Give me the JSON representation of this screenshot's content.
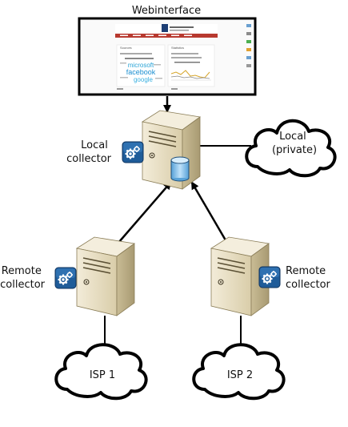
{
  "webinterface": {
    "title": "Webinterface",
    "sections": [
      "Sources",
      "Statistics"
    ],
    "wordcloud": [
      "microsoft",
      "facebook",
      "google"
    ]
  },
  "nodes": {
    "local_collector": "Local\ncollector",
    "local_private": "Local\n(private)",
    "remote_collector_1": "Remote\ncollector",
    "remote_collector_2": "Remote\ncollector",
    "isp1": "ISP 1",
    "isp2": "ISP 2"
  },
  "colors": {
    "server_body": "#e6dcc0",
    "server_side": "#b8ab86",
    "server_top": "#f1ebda",
    "gear_badge": "#1f5c99",
    "database": "#8ec3ea",
    "web_header": "#b8392f",
    "cloud_stroke": "#000000"
  },
  "icons": [
    "gear-icon",
    "database-icon",
    "server-icon",
    "cloud-icon",
    "browser-screenshot"
  ]
}
